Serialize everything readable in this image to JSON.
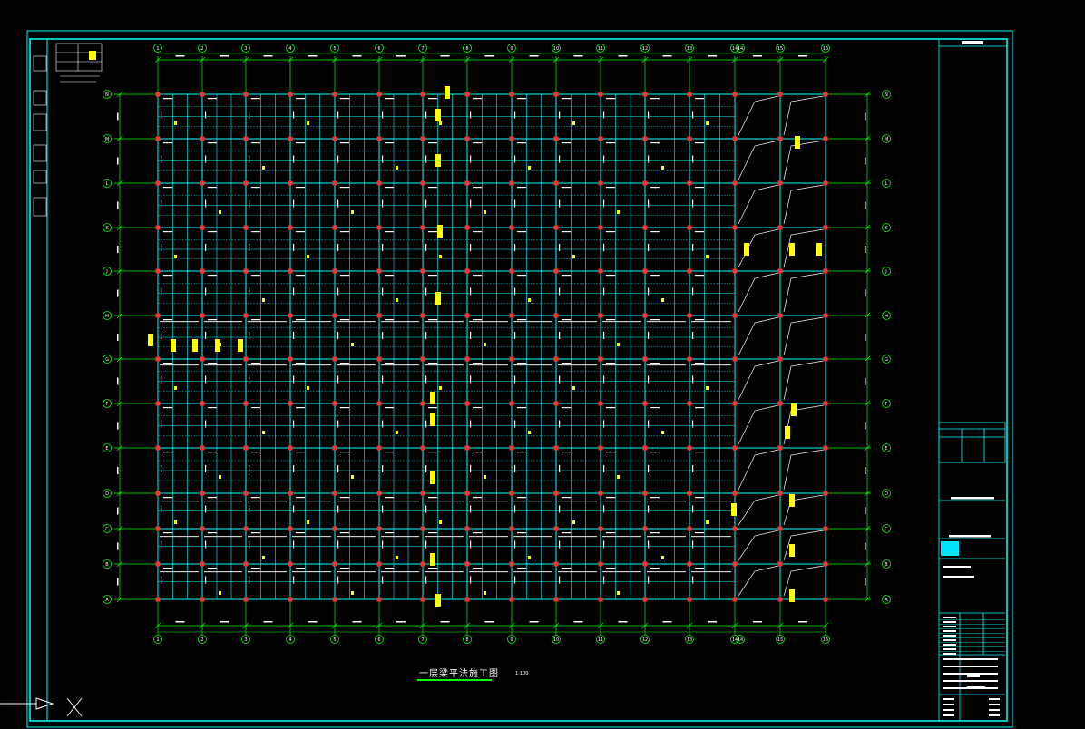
{
  "drawing": {
    "title": "一层梁平法施工图",
    "scale": "1:100"
  },
  "grid": {
    "columns": [
      "1",
      "2",
      "3",
      "4",
      "5",
      "6",
      "7",
      "8",
      "9",
      "10",
      "11",
      "12",
      "13",
      "14",
      "15",
      "16"
    ],
    "rows": [
      "A",
      "B",
      "C",
      "D",
      "E",
      "F",
      "G",
      "H",
      "J",
      "K",
      "L",
      "M",
      "N"
    ]
  },
  "colors": {
    "background": "#000000",
    "frame": "#00ffff",
    "gridline": "#00ff00",
    "beam": "#00ffff",
    "column": "#ff3030",
    "annotation": "#ffff00",
    "text": "#ffffff"
  }
}
